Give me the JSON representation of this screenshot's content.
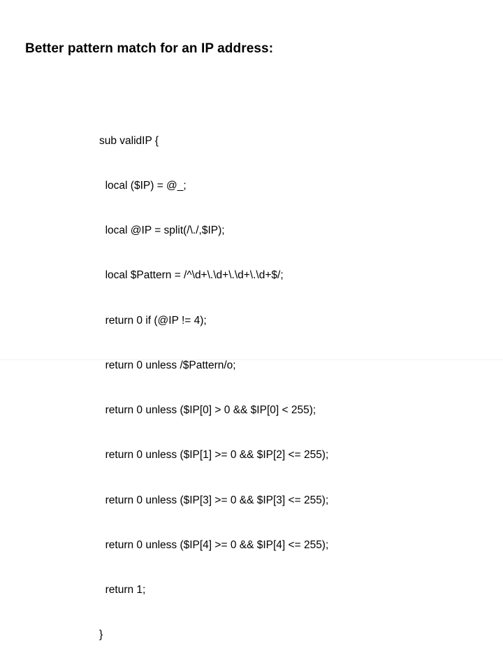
{
  "slide": {
    "title": "Better pattern match for an IP address:",
    "background_color": "#ffffff",
    "text_color": "#000000",
    "footer_rule_color": "#f2f2f2",
    "code_lines": [
      "sub validIP {",
      "  local ($IP) = @_;",
      "  local @IP = split(/\\./,$IP);",
      "  local $Pattern = /^\\d+\\.\\d+\\.\\d+\\.\\d+$/;",
      "  return 0 if (@IP != 4);",
      "  return 0 unless /$Pattern/o;",
      "  return 0 unless ($IP[0] > 0 && $IP[0] < 255);",
      "  return 0 unless ($IP[1] >= 0 && $IP[2] <= 255);",
      "  return 0 unless ($IP[3] >= 0 && $IP[3] <= 255);",
      "  return 0 unless ($IP[4] >= 0 && $IP[4] <= 255);",
      "  return 1;",
      "}"
    ]
  }
}
